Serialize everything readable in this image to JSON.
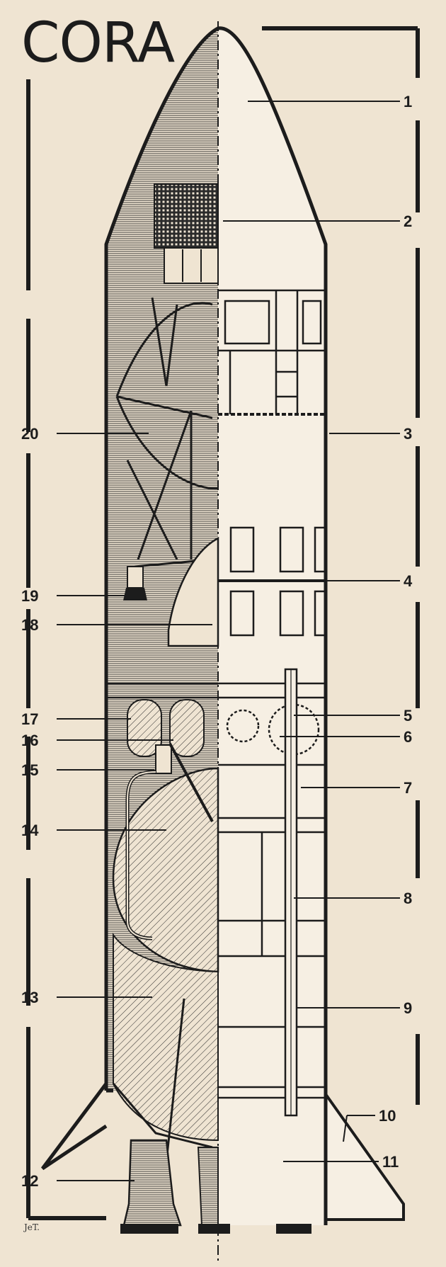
{
  "title": "CORA",
  "signature": "JeT.",
  "callouts": {
    "right": [
      "1",
      "2",
      "3",
      "4",
      "5",
      "6",
      "7",
      "8",
      "9",
      "10",
      "11"
    ],
    "left": [
      "20",
      "19",
      "18",
      "17",
      "16",
      "15",
      "14",
      "13",
      "12"
    ]
  }
}
